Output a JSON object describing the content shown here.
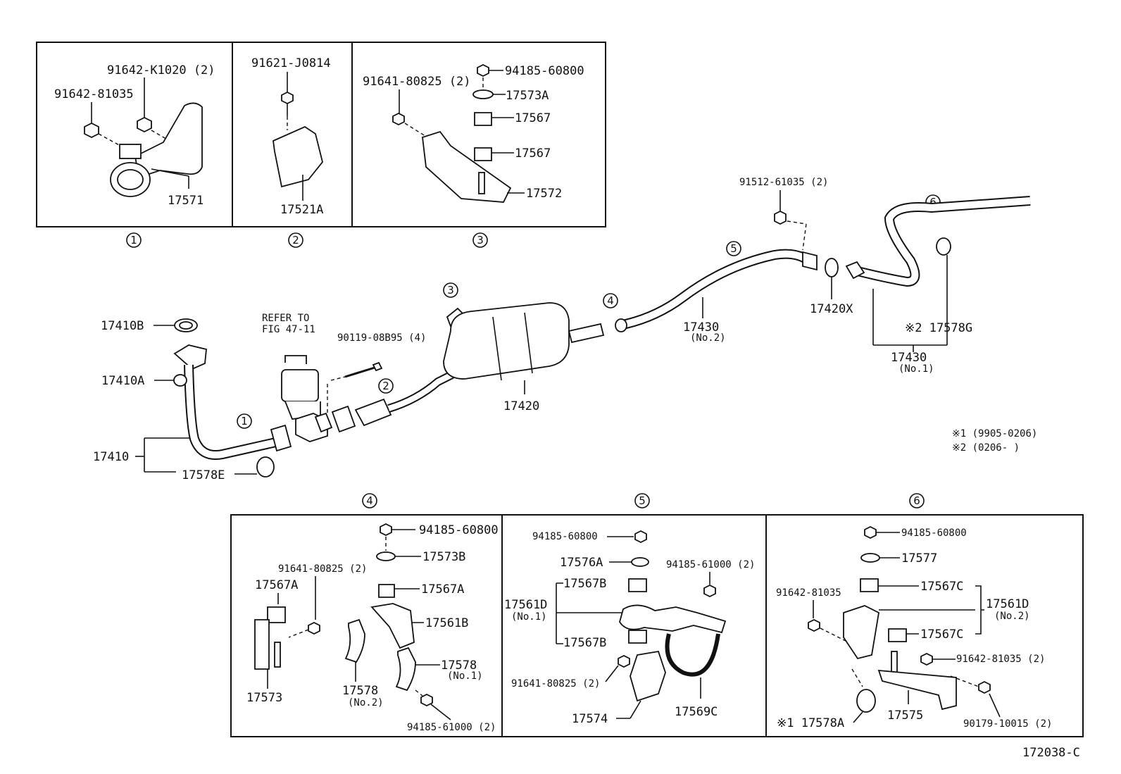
{
  "diagram_id": "172038-C",
  "notes": {
    "note1": "※1 (9905-0206)",
    "note2": "※2 (0206-        )"
  },
  "refer": {
    "line1": "REFER TO",
    "line2": "FIG 47-11"
  },
  "circles": [
    "1",
    "2",
    "3",
    "4",
    "5",
    "6"
  ],
  "box1": {
    "p1": "91642-K1020 (2)",
    "p2": "91642-81035",
    "p3": "17571"
  },
  "box2": {
    "p1": "91621-J0814",
    "p2": "17521A"
  },
  "box3": {
    "p1": "94185-60800",
    "p2": "91641-80825 (2)",
    "p3": "17573A",
    "p4": "17567",
    "p5": "17567",
    "p6": "17572"
  },
  "main": {
    "p17410B": "17410B",
    "p17410A": "17410A",
    "p17410": "17410",
    "p17578E": "17578E",
    "p90119": "90119-08B95 (4)",
    "p17420": "17420",
    "p91512": "91512-61035 (2)",
    "p17430no2": "17430",
    "no2": "(No.2)",
    "p17420X": "17420X",
    "p17578G": "※2 17578G",
    "p17430no1": "17430",
    "no1": "(No.1)"
  },
  "box4": {
    "p1": "94185-60800",
    "p2": "17573B",
    "p3": "91641-80825 (2)",
    "p4": "17567A",
    "p5": "17567A",
    "p6": "17561B",
    "p7": "17578",
    "p7sub": "(No.1)",
    "p8": "17573",
    "p9": "17578",
    "p9sub": "(No.2)",
    "p10": "94185-61000 (2)"
  },
  "box5": {
    "p1": "94185-60800",
    "p2": "17576A",
    "p3": "94185-61000 (2)",
    "p4": "17567B",
    "p5": "17561D",
    "p5sub": "(No.1)",
    "p6": "17567B",
    "p7": "91641-80825 (2)",
    "p8": "17574",
    "p9": "17569C"
  },
  "box6": {
    "p1": "94185-60800",
    "p2": "17577",
    "p3": "91642-81035",
    "p4": "17567C",
    "p5": "17561D",
    "p5sub": "(No.2)",
    "p6": "17567C",
    "p7": "91642-81035 (2)",
    "p8": "※1 17578A",
    "p9": "17575",
    "p10": "90179-10015 (2)"
  }
}
